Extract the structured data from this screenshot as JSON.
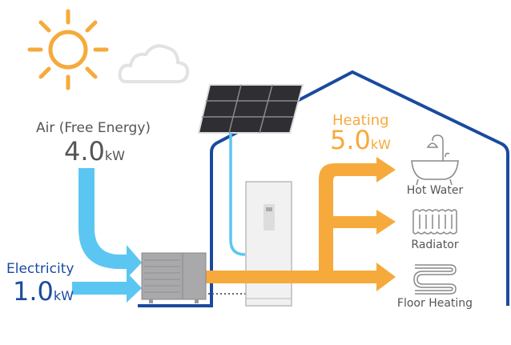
{
  "air": {
    "label": "Air (Free Energy)",
    "value": "4.0",
    "unit": "kW"
  },
  "electricity": {
    "label": "Electricity",
    "value": "1.0",
    "unit": "kW"
  },
  "heating": {
    "label": "Heating",
    "value": "5.0",
    "unit": "kW"
  },
  "outputs": [
    {
      "label": "Hot Water",
      "icon": "bathtub-icon"
    },
    {
      "label": "Radiator",
      "icon": "radiator-icon"
    },
    {
      "label": "Floor Heating",
      "icon": "floor-heating-icon"
    }
  ],
  "colors": {
    "orange": "#F6AA3B",
    "light_blue": "#5CC6F2",
    "dark_blue": "#1A4A9E",
    "text": "#555555"
  }
}
